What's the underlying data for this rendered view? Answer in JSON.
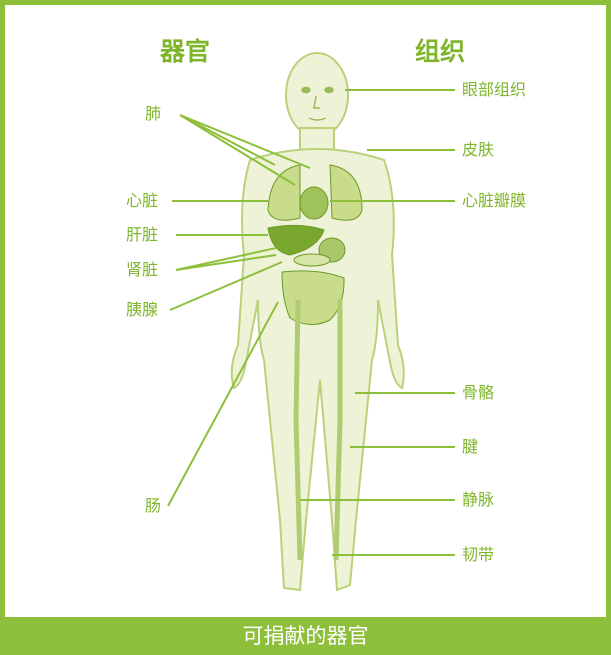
{
  "headings": {
    "organs": "器官",
    "tissues": "组织"
  },
  "organ_labels": {
    "lung": "肺",
    "heart": "心脏",
    "liver": "肝脏",
    "kidney": "肾脏",
    "pancreas": "胰腺",
    "intestine": "肠"
  },
  "tissue_labels": {
    "eye": "眼部组织",
    "skin": "皮肤",
    "heart_valve": "心脏瓣膜",
    "bone": "骨骼",
    "tendon": "腱",
    "vein": "静脉",
    "ligament": "韧带"
  },
  "footer": {
    "title": "可捐献的器官"
  },
  "colors": {
    "accent": "#8dbf3b",
    "label": "#7fb52b",
    "body": "#eef3d8",
    "organ": "#7aa72e"
  }
}
